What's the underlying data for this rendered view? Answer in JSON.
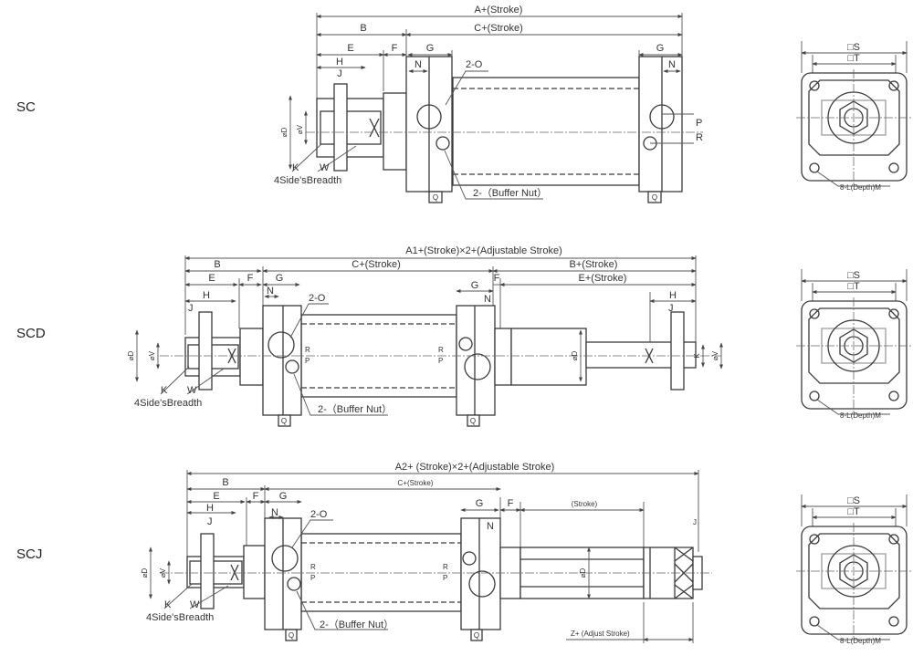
{
  "rows": [
    {
      "title": "SC",
      "A": "A+(Stroke)",
      "C": "C+(Stroke)",
      "B": "B",
      "E": "E",
      "F": "F",
      "G": "G",
      "H": "H",
      "J": "J",
      "N": "N",
      "O": "2-O",
      "D": "⌀D",
      "V": "⌀V",
      "K": "K",
      "W": "W",
      "breadth": "4Side'sBreadth",
      "buffer": "2-（Buffer Nut）",
      "P": "P",
      "R": "R",
      "Q": "Q"
    },
    {
      "title": "SCD",
      "A": "A1+(Stroke)×2+(Adjustable Stroke)",
      "C": "C+(Stroke)",
      "Bplus": "B+(Stroke)",
      "Eplus": "E+(Stroke)",
      "B": "B",
      "E": "E",
      "F": "F",
      "G": "G",
      "H": "H",
      "J": "J",
      "N": "N",
      "O": "2-O",
      "D": "⌀D",
      "V": "⌀V",
      "K": "K",
      "W": "W",
      "breadth": "4Side'sBreadth",
      "buffer": "2-（Buffer Nut）",
      "P": "P",
      "R": "R",
      "Q": "Q"
    },
    {
      "title": "SCJ",
      "A": "A2+ (Stroke)×2+(Adjustable Stroke)",
      "C": "C+(Stroke)",
      "stroke": "(Stroke)",
      "Z": "Z+ (Adjust Stroke)",
      "B": "B",
      "E": "E",
      "F": "F",
      "G": "G",
      "H": "H",
      "J": "J",
      "N": "N",
      "O": "2-O",
      "D": "⌀D",
      "V": "⌀V",
      "K": "K",
      "W": "W",
      "breadth": "4Side'sBreadth",
      "buffer": "2-（Buffer Nut）",
      "P": "P",
      "R": "R",
      "Q": "Q"
    }
  ],
  "end_view": {
    "S": "□S",
    "T": "□T",
    "L": "8-L(Depth)M"
  }
}
